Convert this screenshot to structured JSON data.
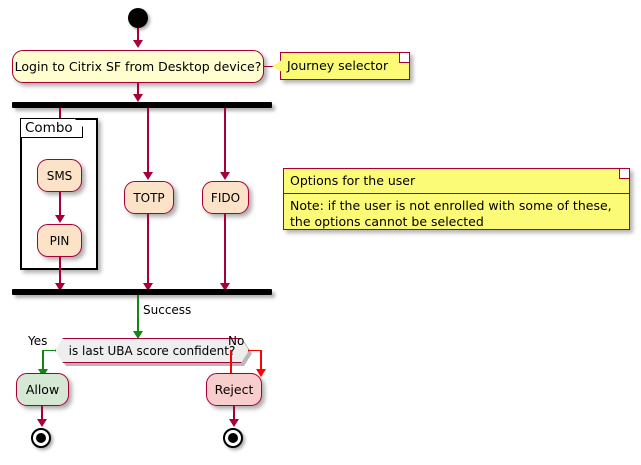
{
  "diagram": {
    "title": "MFA journey activity diagram",
    "type": "uml-activity-diagram",
    "colors": {
      "border": "#A80036",
      "activity_yellow": "#FEFECE",
      "activity_peach": "#FCE3C8",
      "allow_green": "#D5E8D4",
      "reject_pink": "#F8CECC",
      "note_yellow": "#FBFB77",
      "decision_gray": "#EEEEEE",
      "arrow_success": "#118811",
      "arrow_no": "#FF0000",
      "bar_black": "#000000"
    }
  },
  "nodes": {
    "start": "start-node",
    "login_activity": "Login to Citrix SF from Desktop device?",
    "group_label": "Combo",
    "sms": "SMS",
    "pin": "PIN",
    "totp": "TOTP",
    "fido": "FIDO",
    "decision": "is last UBA score confident?",
    "allow": "Allow",
    "reject": "Reject",
    "end_allow": "end-node",
    "end_reject": "end-node"
  },
  "edges": {
    "success": "Success",
    "yes": "Yes",
    "no": "No"
  },
  "notes": {
    "journey": {
      "text": "Journey selector"
    },
    "options": {
      "header": "Options for the user",
      "body": "Note: if the user is not enrolled with some of these,\nthe options cannot be selected"
    }
  }
}
